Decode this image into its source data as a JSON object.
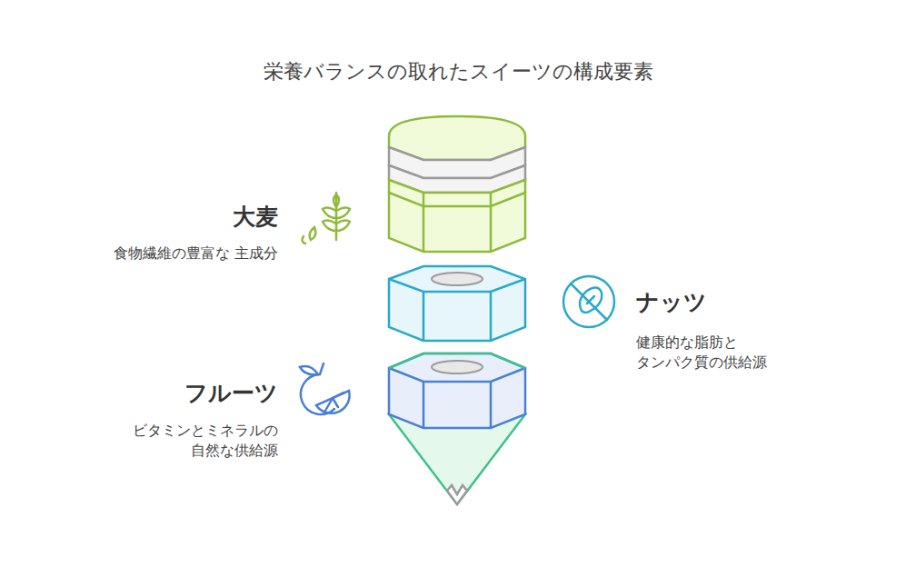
{
  "diagram": {
    "title": "栄養バランスの取れたスイーツの構成要素",
    "labels": [
      "大麦",
      "食物繊維の豊富な 主成分",
      "ナッツ",
      "健康的な脂肪と タンパク質の供給源",
      "フルーツ",
      "ビタミンとミネラルの 自然な供給源"
    ]
  }
}
